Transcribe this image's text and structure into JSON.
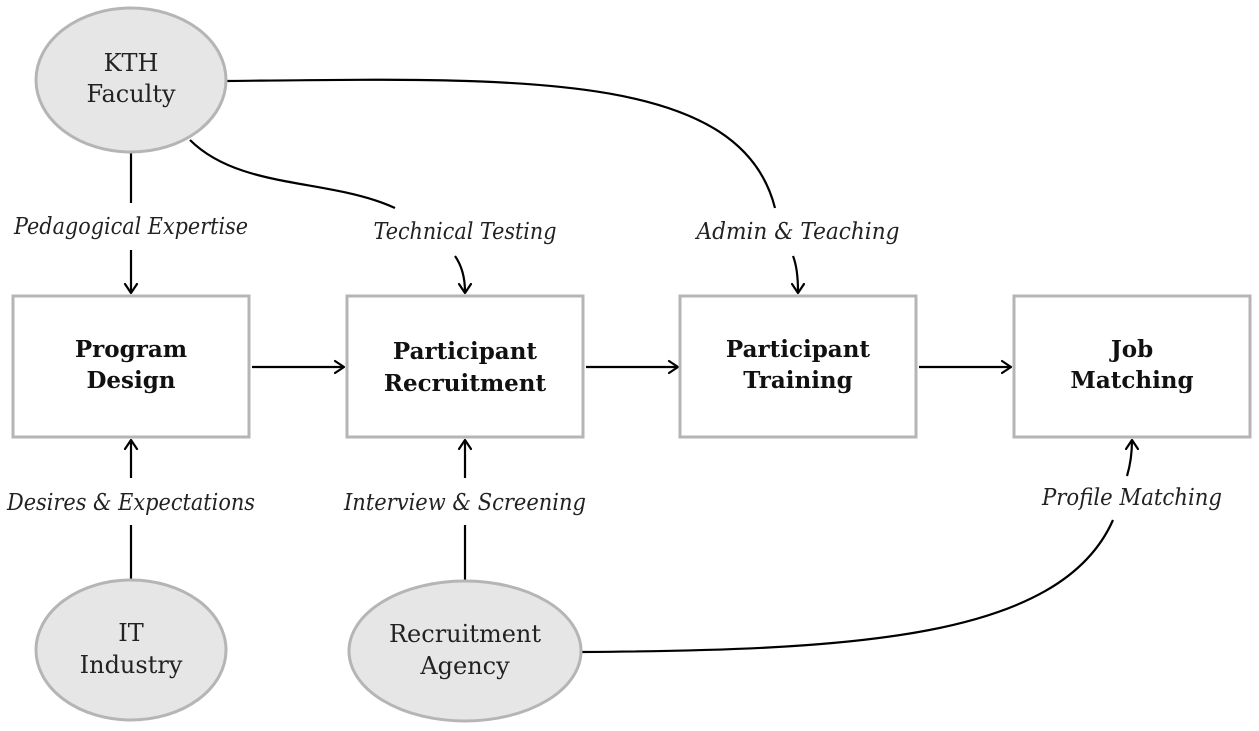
{
  "actors": {
    "kth_faculty": {
      "line1": "KTH",
      "line2": "Faculty"
    },
    "it_industry": {
      "line1": "IT",
      "line2": "Industry"
    },
    "recruitment_agency": {
      "line1": "Recruitment",
      "line2": "Agency"
    }
  },
  "stages": {
    "program_design": {
      "line1": "Program",
      "line2": "Design"
    },
    "participant_recruitment": {
      "line1": "Participant",
      "line2": "Recruitment"
    },
    "participant_training": {
      "line1": "Participant",
      "line2": "Training"
    },
    "job_matching": {
      "line1": "Job",
      "line2": "Matching"
    }
  },
  "flows": {
    "pedagogical_expertise": "Pedagogical Expertise",
    "technical_testing": "Technical Testing",
    "admin_teaching": "Admin & Teaching",
    "desires_expectations": "Desires & Expectations",
    "interview_screening": "Interview & Screening",
    "profile_matching": "Profile Matching"
  },
  "colors": {
    "actor_fill": "#e6e6e6",
    "actor_stroke": "#b5b5b5",
    "stage_stroke": "#b5b5b5",
    "edge": "#000000"
  }
}
